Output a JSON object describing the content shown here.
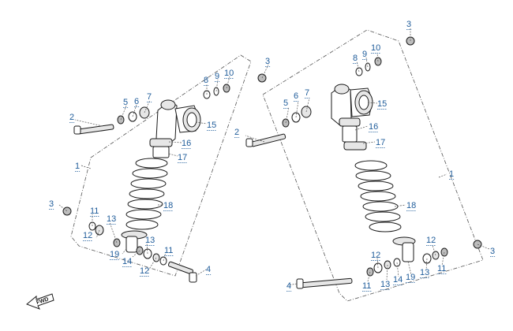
{
  "fwd_label": "FWD",
  "callouts": [
    "1",
    "2",
    "3",
    "4",
    "5",
    "6",
    "7",
    "8",
    "9",
    "10",
    "11",
    "12",
    "13",
    "14",
    "15",
    "16",
    "17",
    "18",
    "19"
  ],
  "accent": "#1f5c9a"
}
